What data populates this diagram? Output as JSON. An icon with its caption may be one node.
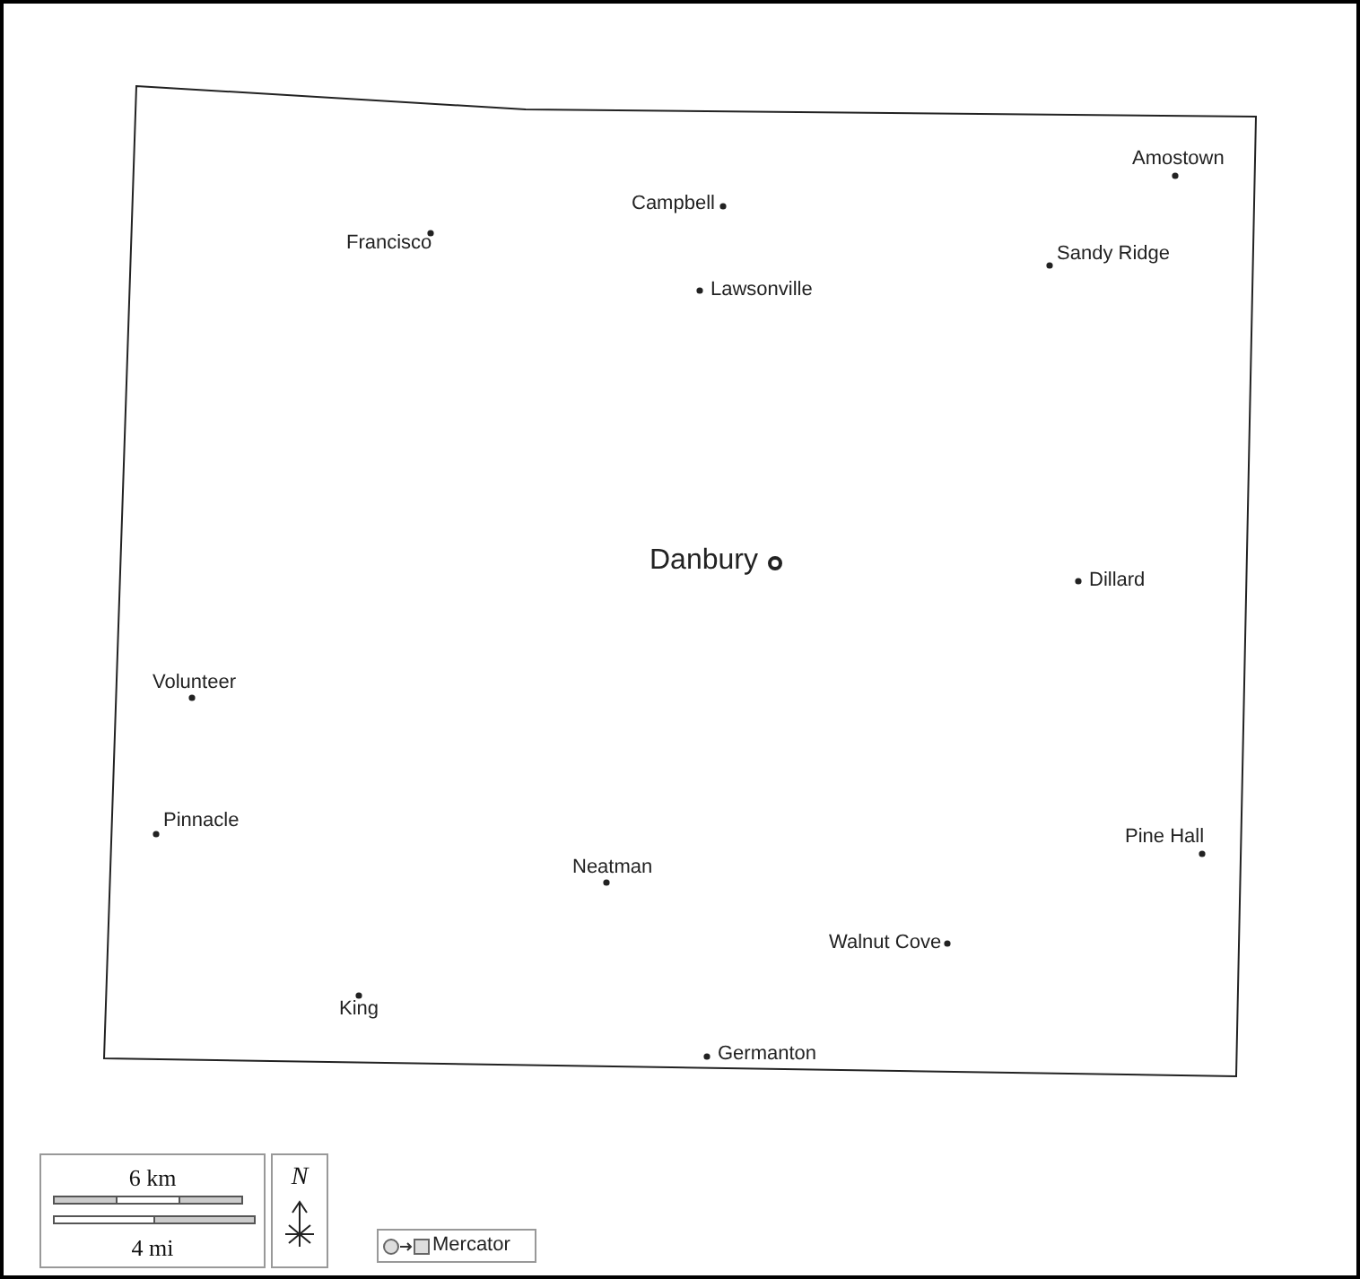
{
  "diagram": {
    "labels": [
      "Amostown",
      "Campbell",
      "Francisco",
      "Sandy Ridge",
      "Lawsonville",
      "Danbury",
      "Dillard",
      "Volunteer",
      "Pinnacle",
      "Pine Hall",
      "Neatman",
      "Walnut Cove",
      "King",
      "Germanton",
      "6 km",
      "4 mi",
      "N",
      "Mercator"
    ]
  }
}
